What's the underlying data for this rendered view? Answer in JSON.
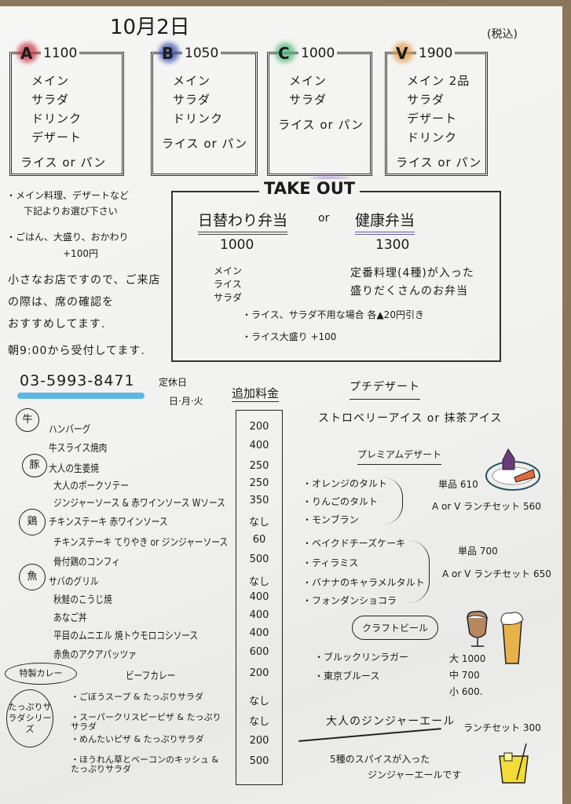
{
  "header": {
    "date": "10月2日",
    "tax_note": "(税込)"
  },
  "sets": [
    {
      "label": "A",
      "price": "1100",
      "color": "#c8303c",
      "items": [
        "メイン",
        "サラダ",
        "ドリンク",
        "デザート",
        "ライス or パン"
      ]
    },
    {
      "label": "B",
      "price": "1050",
      "color": "#3447a8",
      "items": [
        "メイン",
        "サラダ",
        "ドリンク",
        "ライス or パン"
      ]
    },
    {
      "label": "C",
      "price": "1000",
      "color": "#4cb87a",
      "items": [
        "メイン",
        "サラダ",
        "ライス or パン"
      ]
    },
    {
      "label": "V",
      "price": "1900",
      "color": "#e39a4c",
      "items": [
        "メイン 2品",
        "サラダ",
        "デザート",
        "ドリンク",
        "ライス or パン"
      ]
    }
  ],
  "notes": {
    "choose": [
      "・メイン料理、デザートなど",
      "下記よりお選び下さい"
    ],
    "rice": [
      "・ごはん、大盛り、おかわり",
      "+100円"
    ],
    "reserve": [
      "小さなお店ですので、ご来店",
      "の際は、席の確認を",
      "おすすめしてます."
    ],
    "hours": "朝9:00から受付してます."
  },
  "takeout": {
    "title": "TAKE OUT",
    "or": "or",
    "bento1": {
      "name": "日替わり弁当",
      "price": "1000",
      "items": [
        "メイン",
        "ライス",
        "サラダ"
      ]
    },
    "bento2": {
      "name": "健康弁当",
      "price": "1300",
      "desc": [
        "定番料理(4種)が入った",
        "盛りだくさんのお弁当"
      ]
    },
    "notes": [
      "・ライス、サラダ不用な場合 各▲20円引き",
      "・ライス大盛り +100"
    ]
  },
  "contact": {
    "phone": "03-5993-8471",
    "closed_label": "定休日",
    "closed_days": "日·月·火"
  },
  "extra": {
    "header": "追加料金",
    "groups": [
      {
        "tag": "牛",
        "items": [
          {
            "name": "ハンバーグ",
            "price": "200"
          },
          {
            "name": "牛スライス焼肉",
            "price": "400"
          }
        ]
      },
      {
        "tag": "豚",
        "items": [
          {
            "name": "大人の生姜焼",
            "price": "250"
          },
          {
            "name": "大人のポークソテー",
            "price": "250"
          },
          {
            "name": "ジンジャーソース & 赤ワインソース Wソース",
            "price": "350"
          }
        ]
      },
      {
        "tag": "鶏",
        "items": [
          {
            "name": "チキンステーキ 赤ワインソース",
            "price": "なし"
          },
          {
            "name": "チキンステーキ てりやき or ジンジャーソース",
            "price": "60"
          },
          {
            "name": "骨付鶏のコンフィ",
            "price": "500"
          }
        ]
      },
      {
        "tag": "魚",
        "items": [
          {
            "name": "サバのグリル",
            "price": "なし"
          },
          {
            "name": "秋鮭のこうじ焼",
            "price": "400"
          },
          {
            "name": "あなご丼",
            "price": "400"
          },
          {
            "name": "平目のムニエル 焼トウモロコシソース",
            "price": "400"
          },
          {
            "name": "赤魚のアクアパッツァ",
            "price": "600"
          }
        ]
      },
      {
        "tag": "特製カレー",
        "items": [
          {
            "name": "ビーフカレー",
            "price": "200"
          }
        ]
      },
      {
        "tag": "たっぷりサラダシリーズ",
        "items": [
          {
            "name": "・ごぼうスープ & たっぷりサラダ",
            "price": "なし"
          },
          {
            "name": "・スーパークリスピーピザ & たっぷりサラダ",
            "price": "なし"
          },
          {
            "name": "・めんたいピザ & たっぷりサラダ",
            "price": "200"
          },
          {
            "name": "・ほうれん草とベーコンのキッシュ & たっぷりサラダ",
            "price": "500"
          }
        ]
      }
    ]
  },
  "desserts": {
    "petit_title": "プチデザート",
    "petit_items": "ストロベリーアイス  or  抹茶アイス",
    "premium_title": "プレミアムデザート",
    "group1": {
      "items": [
        "・オレンジのタルト",
        "・りんごのタルト",
        "・モンブラン"
      ],
      "single": "単品 610",
      "set": "A or V ランチセット 560"
    },
    "group2": {
      "items": [
        "・ベイクドチーズケーキ",
        "・ティラミス",
        "・バナナのキャラメルタルト",
        "・フォンダンショコラ"
      ],
      "single": "単品 700",
      "set": "A or V ランチセット 650"
    }
  },
  "beer": {
    "title": "クラフトビール",
    "items": [
      "・ブルックリンラガー",
      "・東京ブルース"
    ],
    "sizes": [
      "大 1000",
      "中 700",
      "小 600."
    ]
  },
  "ginger": {
    "title": "大人のジンジャーエール",
    "lunch_set": "ランチセット 300",
    "desc": [
      "5種のスパイスが入った",
      "ジンジャーエールです"
    ]
  }
}
